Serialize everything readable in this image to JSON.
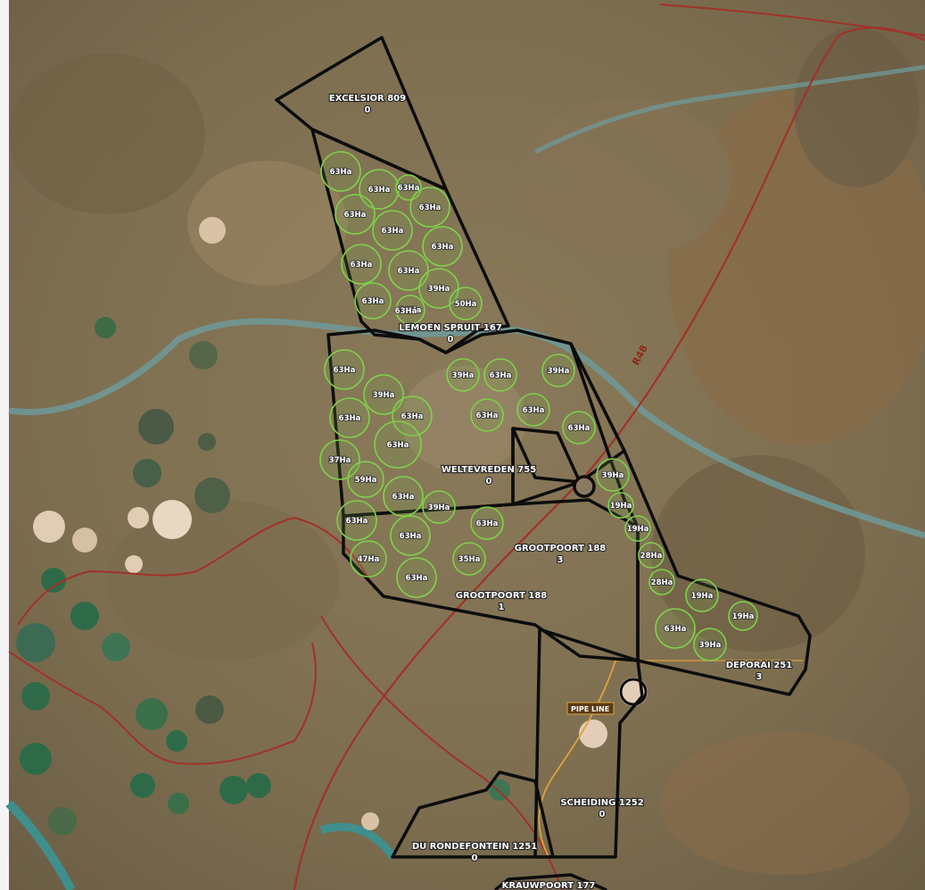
{
  "road": {
    "label": "R48"
  },
  "pipe": {
    "label": "PIPE LINE"
  },
  "farms": [
    {
      "name": "EXCELSIOR 809",
      "value": "0"
    },
    {
      "name": "LEMOEN SPRUIT 167",
      "value": "0"
    },
    {
      "name": "WELTEVREDEN 755",
      "value": "0"
    },
    {
      "name": "GROOTPOORT 188",
      "value": "3"
    },
    {
      "name": "GROOTPOORT 188",
      "value": "1"
    },
    {
      "name": "DEPORAI 251",
      "value": "3"
    },
    {
      "name": "SCHEIDING 1252",
      "value": "0"
    },
    {
      "name": "DU RONDEFONTEIN 1251",
      "value": "0"
    },
    {
      "name": "KRAUWPOORT 177",
      "value": ""
    }
  ],
  "pivots": [
    "63Ha",
    "63Ha",
    "63Ha",
    "63Ha",
    "63Ha",
    "63Ha",
    "63Ha",
    "63Ha",
    "63Ha",
    "63Ha",
    "39Ha",
    "39Ha",
    "50Ha",
    "63Ha",
    "63Ha",
    "39Ha",
    "63Ha",
    "63Ha",
    "63Ha",
    "37Ha",
    "59Ha",
    "63Ha",
    "39Ha",
    "63Ha",
    "63Ha",
    "39Ha",
    "63Ha",
    "63Ha",
    "63Ha",
    "63Ha",
    "39Ha",
    "47Ha",
    "35Ha",
    "63Ha",
    "63Ha",
    "39Ha",
    "19Ha",
    "19Ha",
    "28Ha",
    "28Ha",
    "19Ha",
    "19Ha",
    "63Ha",
    "39Ha"
  ]
}
